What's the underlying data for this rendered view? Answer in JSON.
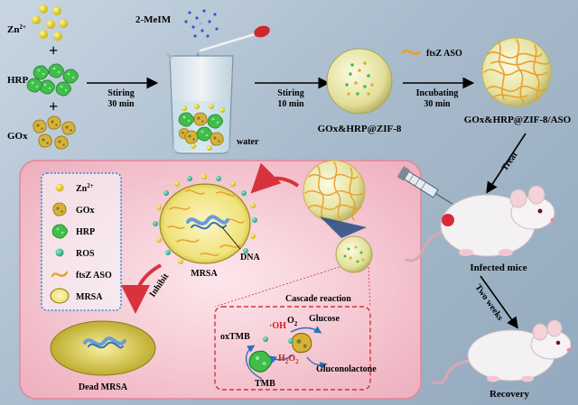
{
  "synthesis": {
    "zn": "Zn",
    "zn_sup": "2+",
    "hrp": "HRP",
    "gox": "GOx",
    "plus": "+",
    "meim": "2-MeIM",
    "water": "water",
    "step1_a": "Stiring",
    "step1_b": "30 min",
    "step2_a": "Stiring",
    "step2_b": "10 min",
    "intermediate": "GOx&HRP@ZIF-8",
    "aso": "ftsZ ASO",
    "step3_a": "Incubating",
    "step3_b": "30 min",
    "product": "GOx&HRP@ZIF-8/ASO"
  },
  "treatment": {
    "treat": "Treat",
    "infected": "Infected mice",
    "two_weeks": "Two weeks",
    "recovery": "Recovery"
  },
  "mechanism": {
    "legend": {
      "zn": "Zn",
      "zn_sup": "2+",
      "gox": "GOx",
      "hrp": "HRP",
      "ros": "ROS",
      "aso": "ftsZ ASO",
      "mrsa": "MRSA"
    },
    "mrsa": "MRSA",
    "dna": "DNA",
    "inhibit": "Inhibit",
    "dead": "Dead MRSA",
    "cascade_title": "Cascade reaction",
    "oh": "·OH",
    "o2": "O",
    "o2_sub": "2",
    "glucose": "Glucose",
    "oxtmb": "oxTMB",
    "h2o2_a": "H",
    "h2o2_b": "2",
    "h2o2_c": "O",
    "h2o2_d": "2",
    "gluconolactone": "Gluconolactone",
    "tmb": "TMB"
  },
  "colors": {
    "zinc": "#e8d51c",
    "hrp": "#3fbf4a",
    "gox": "#d9b13a",
    "ros": "#2fbf8f",
    "zif": "#e8e6a6",
    "aso": "#e8a030",
    "panel": "#f3c9d2",
    "legend_border": "#2a8fd8",
    "cascade_border": "#d2333c",
    "oh": "#d22020"
  }
}
